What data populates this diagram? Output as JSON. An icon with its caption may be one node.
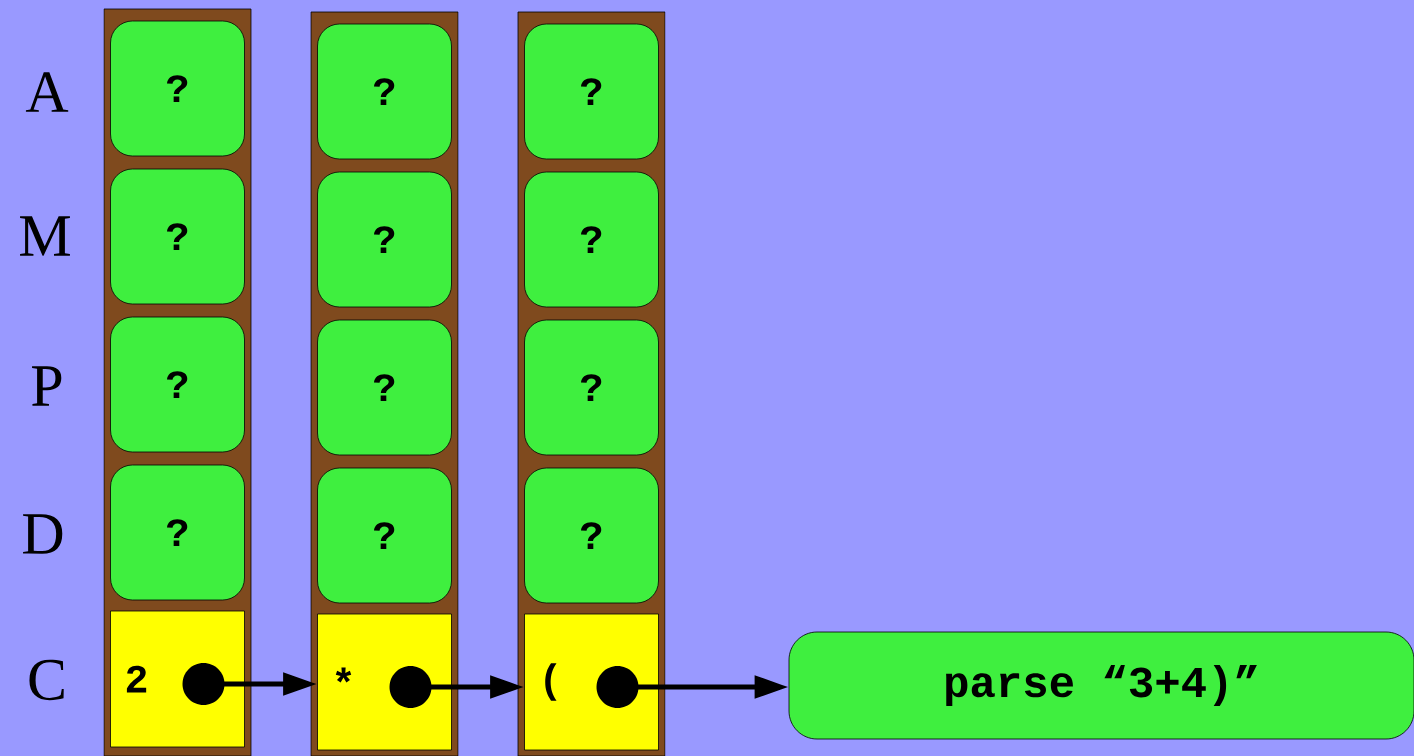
{
  "diagram": {
    "nodes": [
      {
        "text": [],
        "shape": "bar"
      },
      {
        "text": [
          "?"
        ],
        "in": 0
      },
      {
        "text": [
          "?"
        ],
        "in": 0
      },
      {
        "text": [
          "?"
        ],
        "in": 0
      },
      {
        "text": [
          "?"
        ],
        "in": 0
      },
      {
        "text": [
          "2"
        ],
        "in": 0
      },
      {
        "text": [],
        "shape": "circle",
        "in": 5
      },
      {
        "text": [],
        "shape": "bar"
      },
      {
        "text": [
          "?"
        ],
        "in": 7
      },
      {
        "text": [
          "?"
        ],
        "in": 7
      },
      {
        "text": [
          "?"
        ],
        "in": 7
      },
      {
        "text": [
          "?"
        ],
        "in": 7
      },
      {
        "text": [
          "*"
        ],
        "in": 7
      },
      {
        "text": [],
        "shape": "circle",
        "in": 12
      },
      {
        "text": [],
        "shape": "bar"
      },
      {
        "text": [
          "?"
        ],
        "in": 14
      },
      {
        "text": [
          "?"
        ],
        "in": 14
      },
      {
        "text": [
          "?"
        ],
        "in": 14
      },
      {
        "text": [
          "?"
        ],
        "in": 14
      },
      {
        "text": [
          "("
        ],
        "in": 14
      },
      {
        "text": [],
        "shape": "circle",
        "in": 19
      },
      {
        "text": [
          "parse “3+4)”"
        ]
      }
    ],
    "edges": [
      {
        "from": 6,
        "to": 12,
        "arrow": "to"
      },
      {
        "from": 13,
        "to": 19,
        "arrow": "to"
      },
      {
        "from": 20,
        "to": 21,
        "arrow": "to"
      }
    ],
    "labels": [
      "A",
      "M",
      "P",
      "D",
      "C"
    ]
  }
}
